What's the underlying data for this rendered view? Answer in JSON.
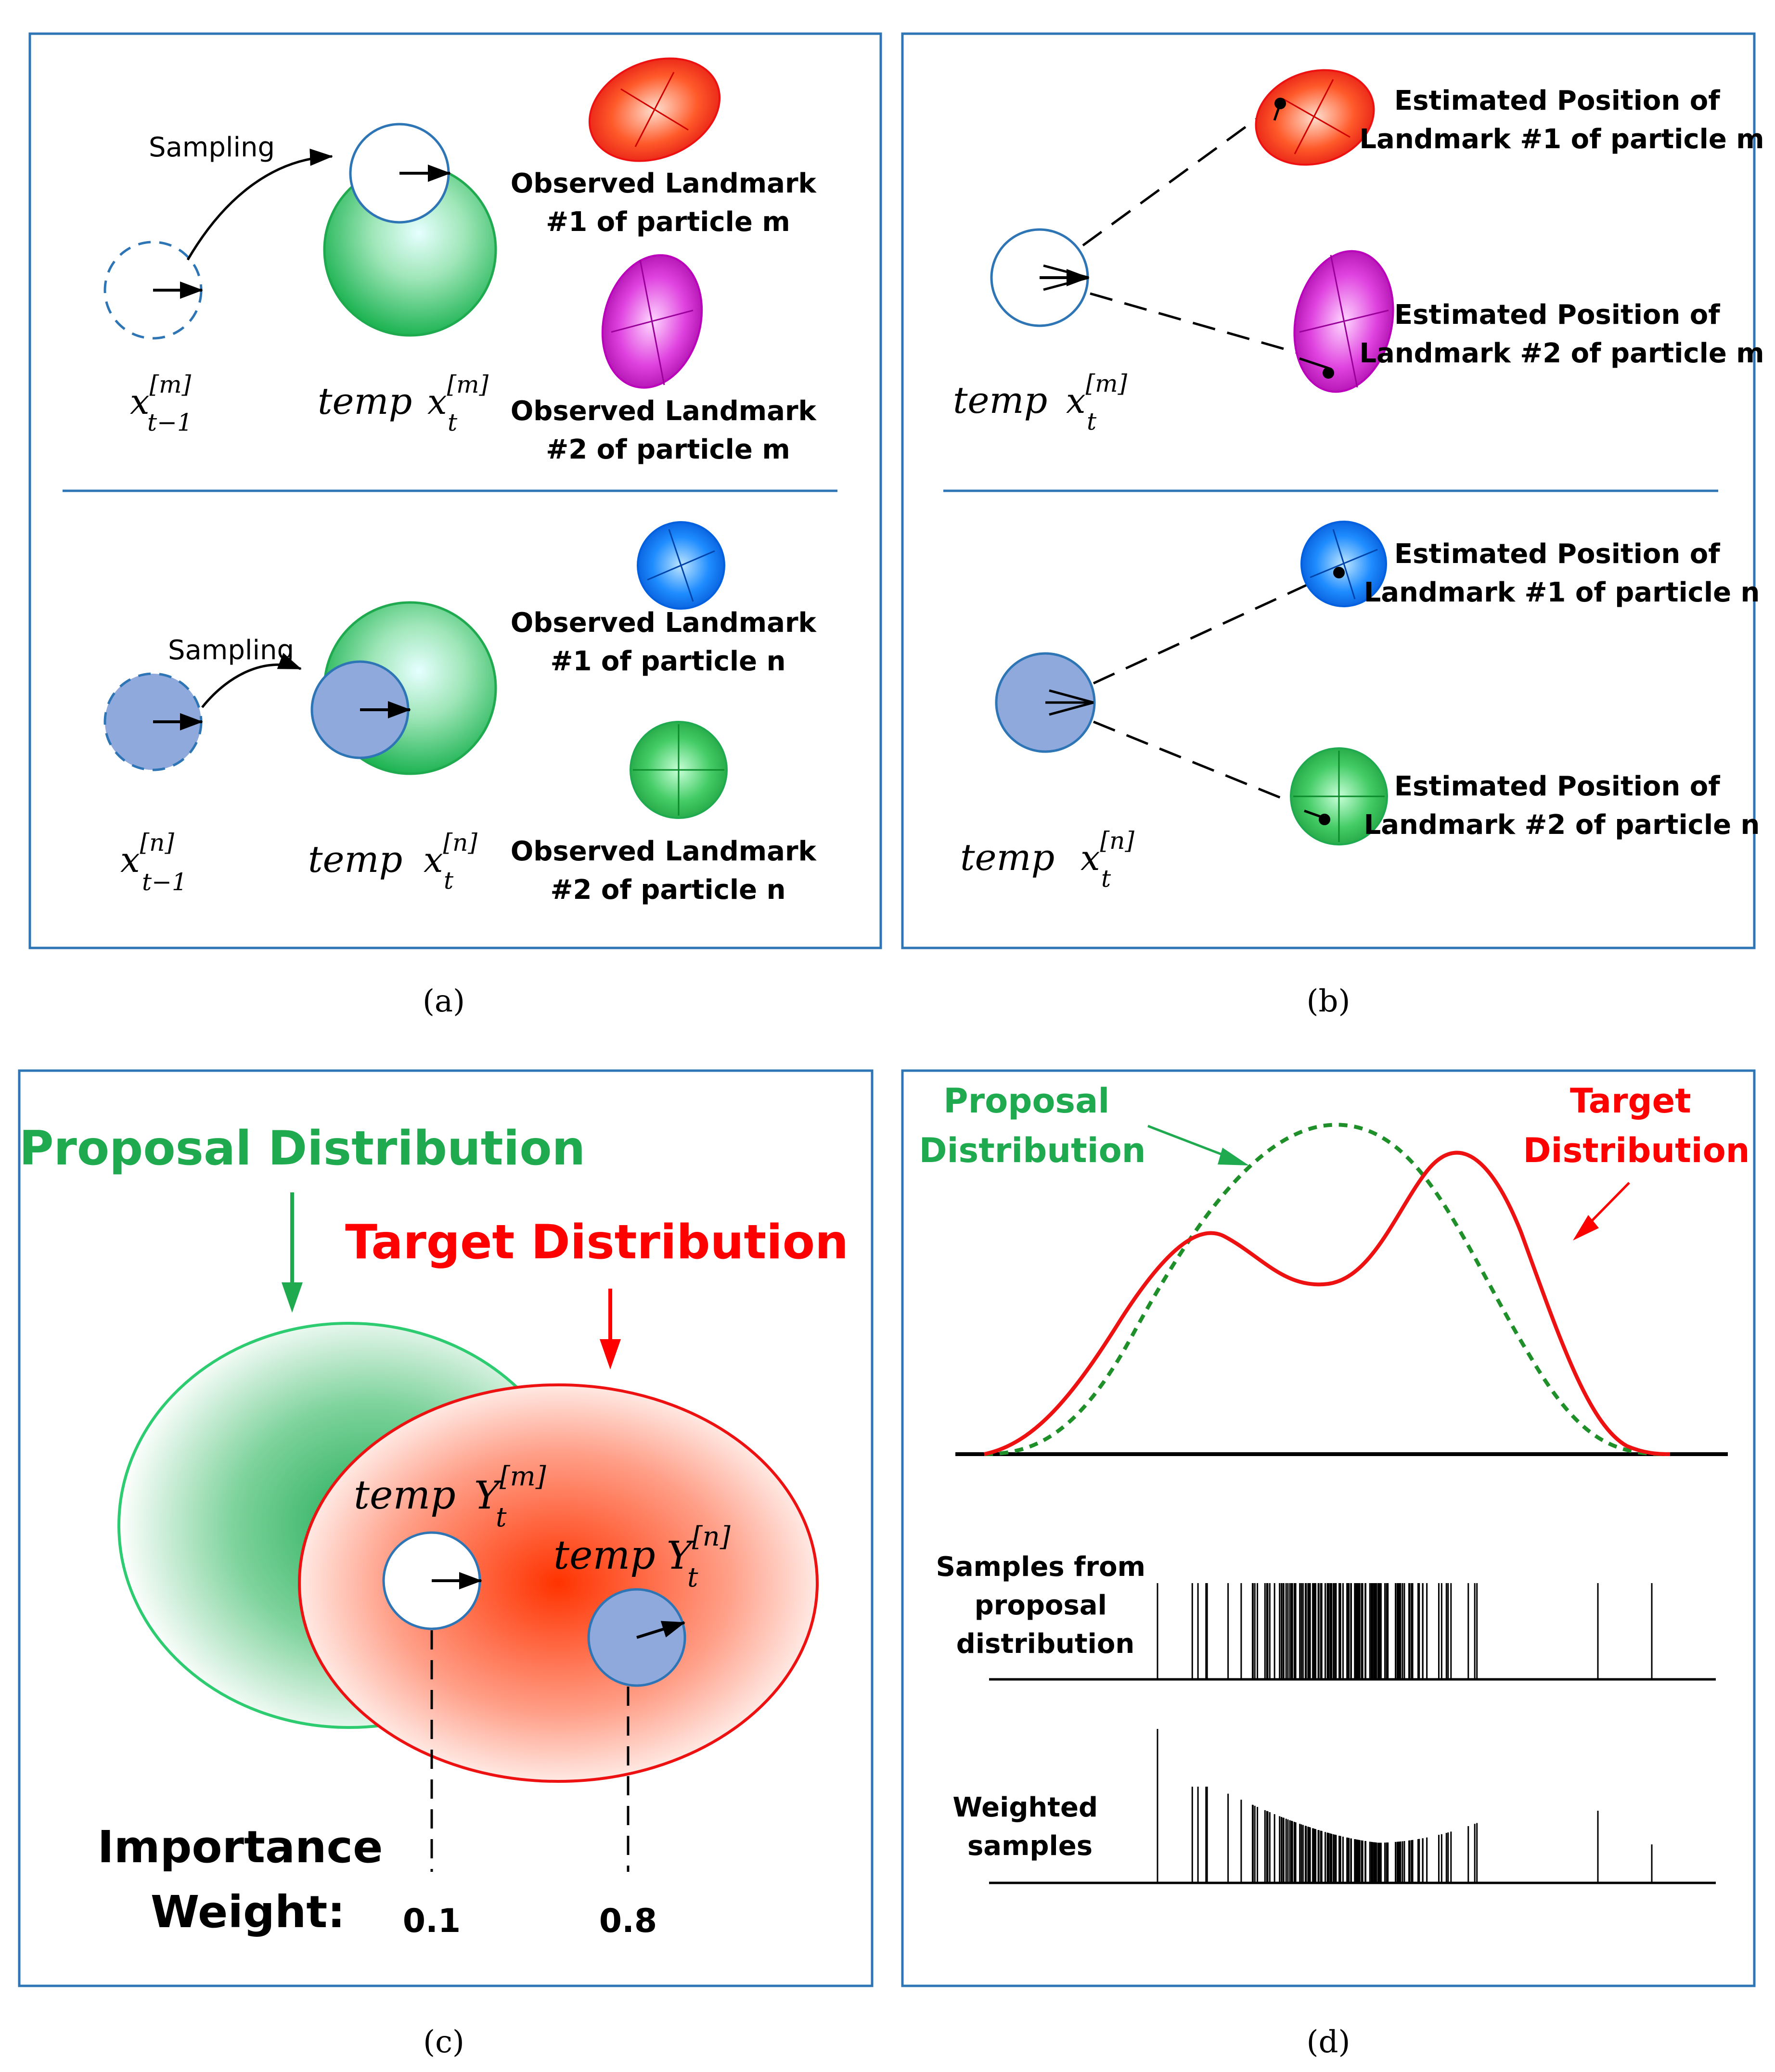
{
  "colors": {
    "frame": "#2e75b6",
    "red": "#ff0000",
    "green": "#1faa4f",
    "blue_particle": "#8fa9dc",
    "magenta": "#cc00cc",
    "blue_landmark": "#0070ff"
  },
  "panel_a": {
    "caption": "(a)",
    "sampling_top": "Sampling",
    "sampling_bottom": "Sampling",
    "prev_m": {
      "base": "x",
      "sup": "[m]",
      "sub": "t−1"
    },
    "temp_m": {
      "word": "temp",
      "base": "x",
      "sup": "[m]",
      "sub": "t"
    },
    "prev_n": {
      "base": "x",
      "sup": "[n]",
      "sub": "t−1"
    },
    "temp_n": {
      "word": "temp",
      "base": "x",
      "sup": "[n]",
      "sub": "t"
    },
    "obs_m1": [
      "Observed Landmark",
      "#1 of particle m"
    ],
    "obs_m2": [
      "Observed Landmark",
      "#2 of particle m"
    ],
    "obs_n1": [
      "Observed Landmark",
      "#1 of particle n"
    ],
    "obs_n2": [
      "Observed Landmark",
      "#2 of particle n"
    ]
  },
  "panel_b": {
    "caption": "(b)",
    "temp_m": {
      "word": "temp",
      "base": "x",
      "sup": "[m]",
      "sub": "t"
    },
    "temp_n": {
      "word": "temp",
      "base": "x",
      "sup": "[n]",
      "sub": "t"
    },
    "est_m1": [
      "Estimated Position of",
      "Landmark #1 of particle m"
    ],
    "est_m2": [
      "Estimated Position of",
      "Landmark #2 of particle m"
    ],
    "est_n1": [
      "Estimated Position of",
      "Landmark #1 of particle n"
    ],
    "est_n2": [
      "Estimated Position of",
      "Landmark #2 of particle n"
    ]
  },
  "panel_c": {
    "caption": "(c)",
    "proposal": "Proposal Distribution",
    "target": "Target Distribution",
    "temp_m": {
      "word": "temp",
      "base": "Y",
      "sup": "[m]",
      "sub": "t"
    },
    "temp_n": {
      "word": "temp",
      "base": "Y",
      "sup": "[n]",
      "sub": "t"
    },
    "importance": [
      "Importance",
      "Weight:"
    ],
    "weight_m": "0.1",
    "weight_n": "0.8"
  },
  "panel_d": {
    "caption": "(d)",
    "proposal": [
      "Proposal",
      "Distribution"
    ],
    "target": [
      "Target",
      "Distribution"
    ],
    "samples_label": [
      "Samples from",
      "proposal",
      "distribution"
    ],
    "weighted_label": [
      "Weighted",
      "samples"
    ]
  }
}
